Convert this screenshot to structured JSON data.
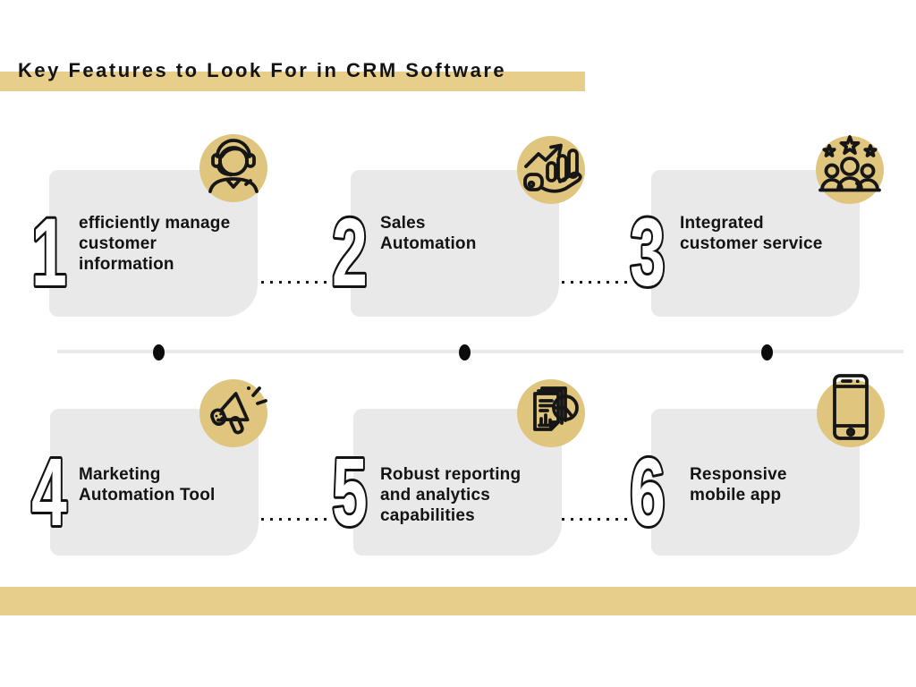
{
  "title": "Key Features to Look For in CRM Software",
  "colors": {
    "accent_gold_bar": "#e7cf8b",
    "accent_gold_circle": "#dfc57e",
    "card_gray": "#e9e9e9",
    "text_black": "#131313",
    "timeline_gray": "#e9e9e9",
    "dot_black": "#0c0c0c"
  },
  "items": [
    {
      "number": "1",
      "label": "efficiently manage\ncustomer\ninformation",
      "icon": "support-agent-icon"
    },
    {
      "number": "2",
      "label": "Sales\nAutomation",
      "icon": "sales-growth-icon"
    },
    {
      "number": "3",
      "label": "Integrated\ncustomer service",
      "icon": "customer-rating-icon"
    },
    {
      "number": "4",
      "label": "Marketing\nAutomation Tool",
      "icon": "megaphone-icon"
    },
    {
      "number": "5",
      "label": "Robust reporting\nand analytics\ncapabilities",
      "icon": "analytics-report-icon"
    },
    {
      "number": "6",
      "label": "Responsive\nmobile app",
      "icon": "smartphone-icon"
    }
  ],
  "timeline": {
    "dot_count": 3
  }
}
